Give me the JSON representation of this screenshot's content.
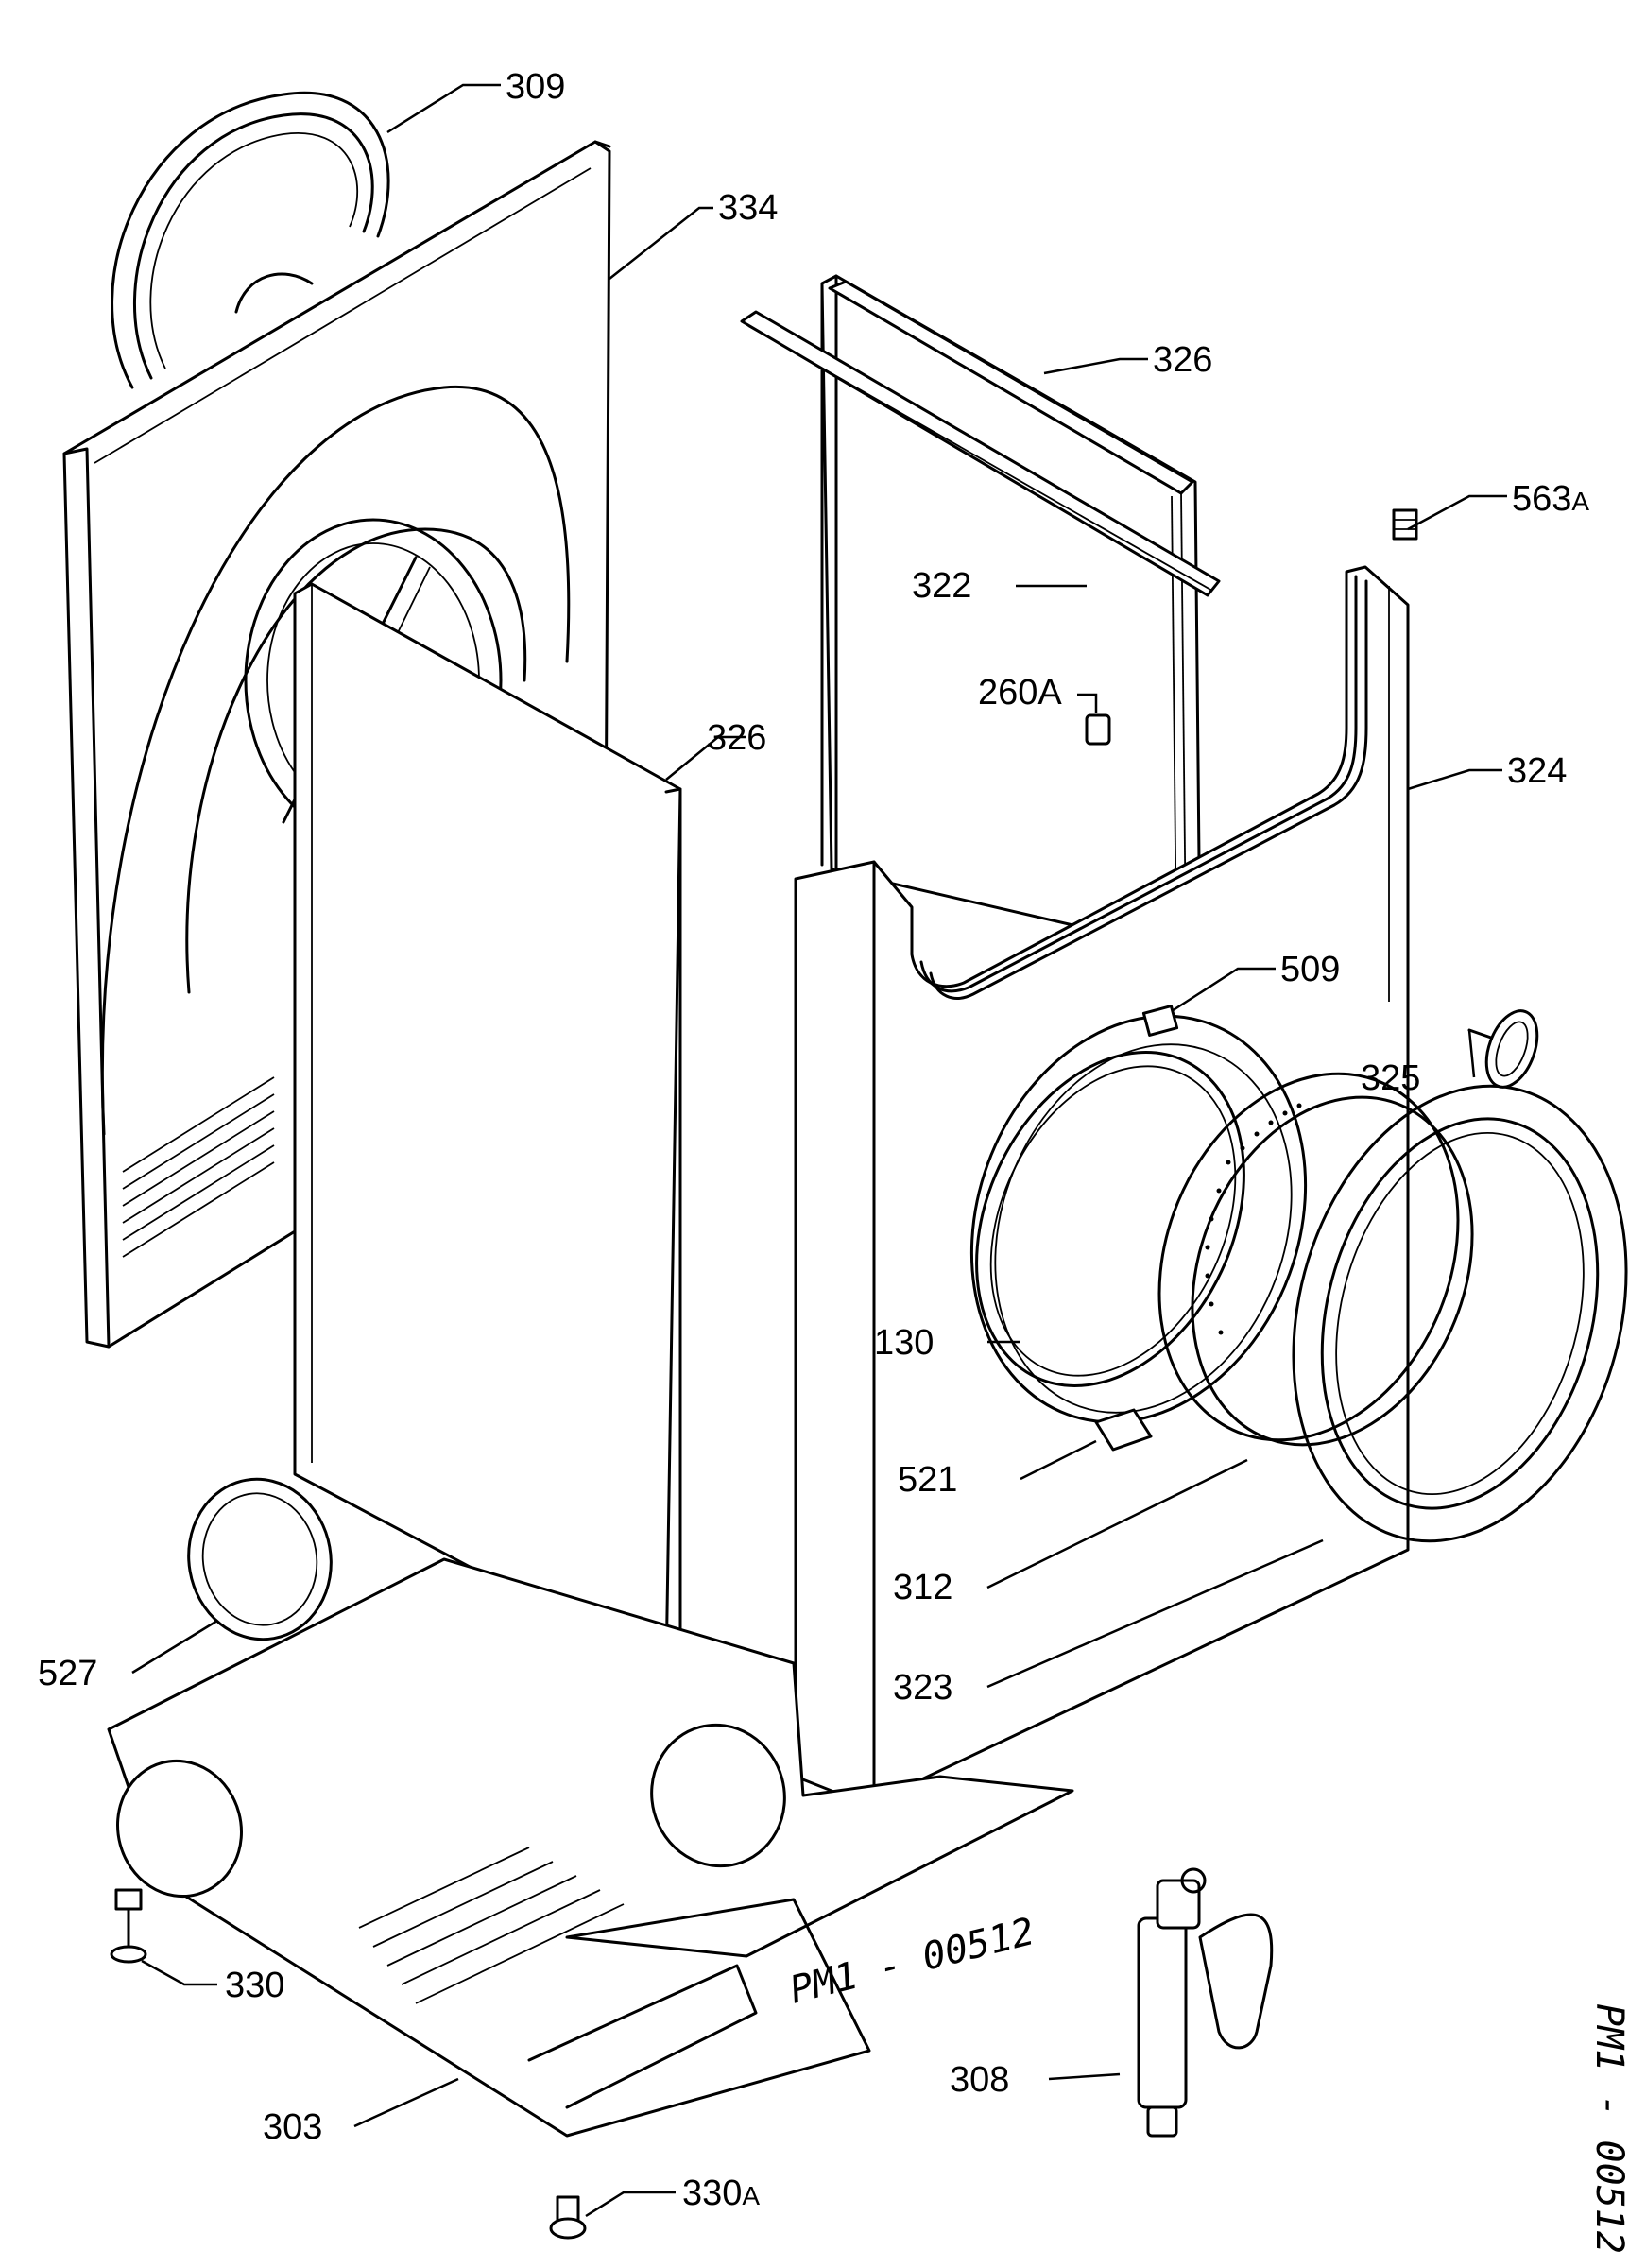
{
  "drawing_code": "PM1 - 00512",
  "inline_code": "PM1 - 00512",
  "labels": {
    "p309": "309",
    "p334": "334",
    "p326_top": "326",
    "p563a": "563",
    "p563a_suffix": "A",
    "p322": "322",
    "p260a": "260A",
    "p326_mid": "326",
    "p324": "324",
    "p509": "509",
    "p325": "325",
    "p130": "130",
    "p521": "521",
    "p312": "312",
    "p323": "323",
    "p527": "527",
    "p330": "330",
    "p308": "308",
    "p303": "303",
    "p330a": "330",
    "p330a_suffix": "A"
  }
}
